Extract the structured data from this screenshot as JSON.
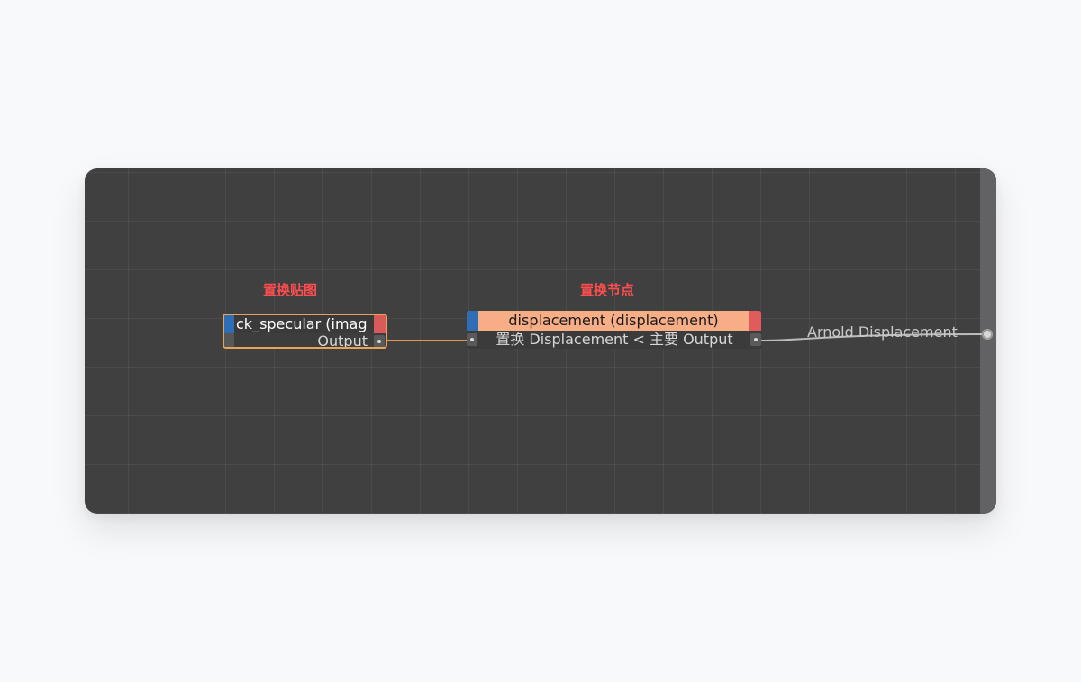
{
  "labels": {
    "texture_label": "置换贴图",
    "node_label": "置换节点"
  },
  "texture_node": {
    "title": "ck_specular (imag",
    "output_label": "Output"
  },
  "displacement_node": {
    "title": "displacement (displacement)",
    "row_label": "置换 Displacement < 主要 Output"
  },
  "output": {
    "label": "Arnold Displacement"
  },
  "colors": {
    "canvas_bg": "#404040",
    "annotation": "#ff4d4f",
    "node_header": "#f7ad85",
    "node_border": "#e8a25a",
    "wire_orange": "#e39a4f",
    "wire_gray": "#bdbdbd"
  }
}
